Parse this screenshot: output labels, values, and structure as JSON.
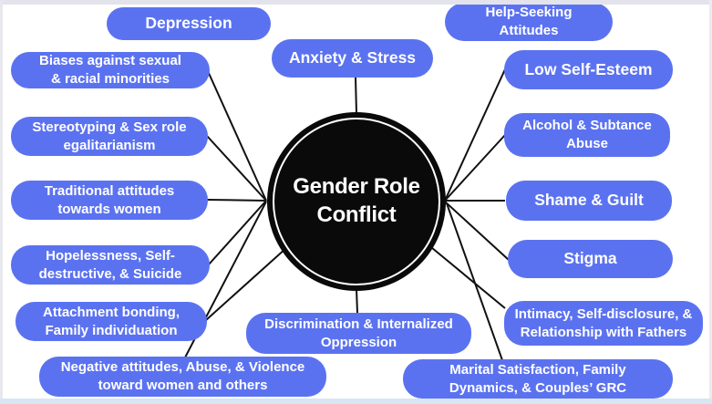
{
  "diagram": {
    "center": {
      "label": "Gender Role\nConflict"
    },
    "nodes": [
      {
        "id": "depression",
        "label": "Depression"
      },
      {
        "id": "anxiety",
        "label": "Anxiety & Stress"
      },
      {
        "id": "help-seeking",
        "label": "Help-Seeking\nAttitudes"
      },
      {
        "id": "biases",
        "label": "Biases against sexual\n& racial minorities"
      },
      {
        "id": "stereotyping",
        "label": "Stereotyping & Sex role\negalitarianism"
      },
      {
        "id": "traditional",
        "label": "Traditional attitudes\ntowards women"
      },
      {
        "id": "hopelessness",
        "label": "Hopelessness, Self-\ndestructive, & Suicide"
      },
      {
        "id": "attachment",
        "label": "Attachment bonding,\nFamily individuation"
      },
      {
        "id": "negative",
        "label": "Negative attitudes, Abuse, & Violence\ntoward women and others"
      },
      {
        "id": "low-self-esteem",
        "label": "Low Self-Esteem"
      },
      {
        "id": "alcohol",
        "label": "Alcohol & Subtance\nAbuse"
      },
      {
        "id": "shame",
        "label": "Shame & Guilt"
      },
      {
        "id": "stigma",
        "label": "Stigma"
      },
      {
        "id": "intimacy",
        "label": "Intimacy, Self-disclosure, &\nRelationship with Fathers"
      },
      {
        "id": "marital",
        "label": "Marital Satisfaction, Family\nDynamics, & Couples’ GRC"
      },
      {
        "id": "discrimination",
        "label": "Discrimination & Internalized\nOppression"
      }
    ]
  },
  "colors": {
    "node_fill": "#5b72f0",
    "node_text": "#ffffff",
    "center_fill": "#0a0a0a",
    "center_text": "#ffffff",
    "connector": "#111111",
    "frame_top": "#e3e3eb",
    "frame_bottom": "#d7e6f3"
  }
}
